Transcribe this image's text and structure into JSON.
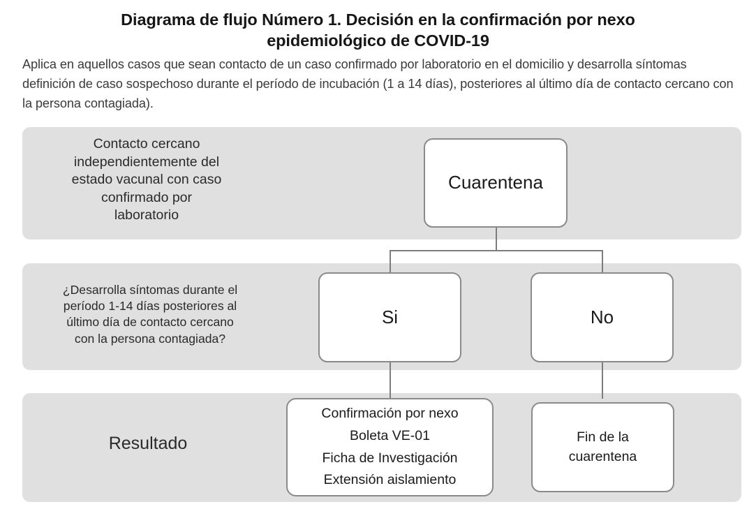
{
  "header": {
    "title": "Diagrama de flujo Número 1. Decisión en la confirmación por nexo epidemiológico de COVID-19",
    "subtitle": "Aplica en aquellos casos que sean contacto de un caso confirmado por laboratorio en el domicilio y desarrolla síntomas definición de caso sospechoso durante el período de incubación (1 a 14 días), posteriores al último día de contacto cercano con la persona contagiada)."
  },
  "rows": [
    {
      "label": "Contacto cercano\nindependientemente del\nestado vacunal con caso\nconfirmado por\nlaboratorio"
    },
    {
      "label": "¿Desarrolla síntomas durante el\nperíodo 1-14 días posteriores al\núltimo día de contacto cercano\ncon la persona contagiada?"
    },
    {
      "label": "Resultado"
    }
  ],
  "nodes": {
    "cuarentena": "Cuarentena",
    "si": "Si",
    "no": "No",
    "result_si": "Confirmación por nexo\nBoleta VE-01\nFicha de Investigación\nExtensión aislamiento",
    "result_no": "Fin de la\ncuarentena"
  },
  "colors": {
    "band_background": "#e0e0e0",
    "node_border": "#8a8a8a",
    "node_background": "#ffffff",
    "connector": "#7d7d7d",
    "text": "#1a1a1a",
    "page_background": "#ffffff"
  }
}
